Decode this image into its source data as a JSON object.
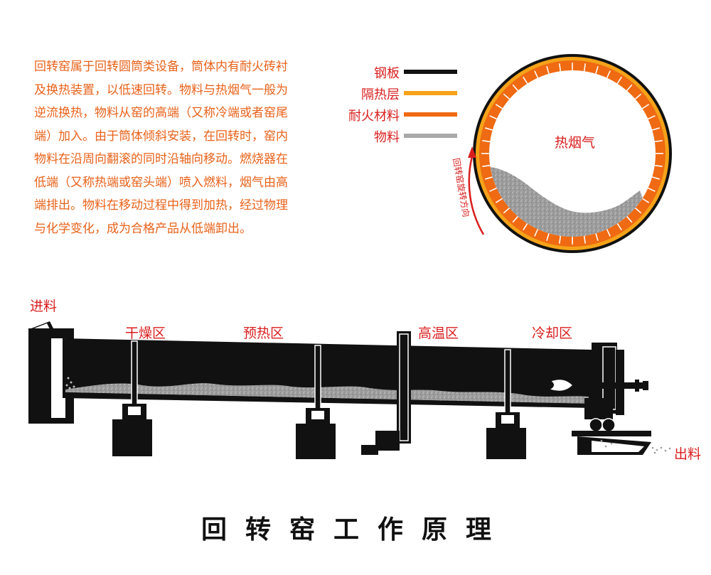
{
  "description_lines": [
    "回转窑属于回转圆筒类设备，筒体内有耐火砖衬",
    "及换热装置，以低速回转。物料与热烟气一般为",
    "逆流换热，物料从窑的高端（又称冷端或者窑尾",
    "端）加入。由于筒体倾斜安装，在回转时，窑内",
    "物料在沿周向翻滚的同时沿轴向移动。燃烧器在",
    "低端（又称热端或窑头端）喷入燃料，烟气由高",
    "端排出。物料在移动过程中得到加热，经过物理",
    "与化学变化，成为合格产品从低端卸出。"
  ],
  "legend": [
    {
      "label": "钢板",
      "color": "#111111"
    },
    {
      "label": "隔热层",
      "color": "#f5a31a"
    },
    {
      "label": "耐火材料",
      "color": "#ef6a12"
    },
    {
      "label": "物料",
      "color": "#a9a9a9"
    }
  ],
  "cross_section": {
    "gas_label": "热烟气",
    "rotation_label": "回转窑旋转方向"
  },
  "kiln": {
    "feed_label": "进料",
    "discharge_label": "出料",
    "zones": [
      "干燥区",
      "预热区",
      "高温区",
      "冷却区"
    ]
  },
  "title": "回转窑工作原理",
  "colors": {
    "accent_red": "#d91e1e",
    "text_orange": "#e8621a"
  }
}
